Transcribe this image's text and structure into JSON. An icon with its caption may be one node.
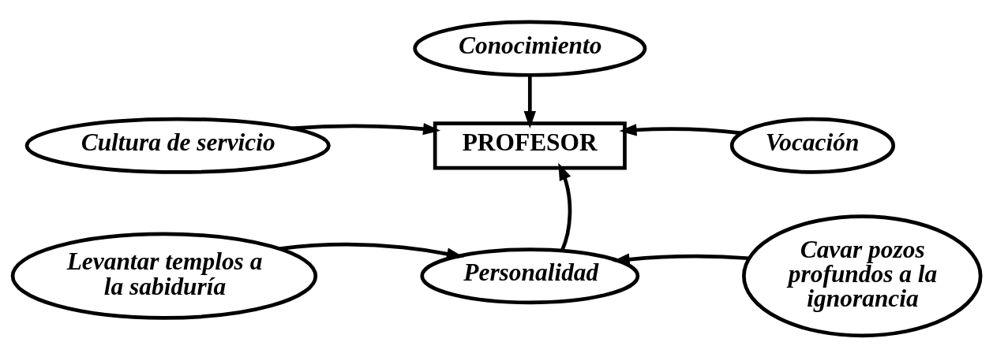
{
  "diagram": {
    "nodes": [
      {
        "text": [
          "Conocimiento"
        ]
      },
      {
        "text": [
          "Cultura de servicio"
        ]
      },
      {
        "text": [
          "PROFESOR"
        ]
      },
      {
        "text": [
          "Vocación"
        ]
      },
      {
        "text": [
          "Levantar templos a la sabiduría"
        ]
      },
      {
        "text": [
          "Personalidad"
        ]
      },
      {
        "text": [
          "Cavar pozos profundos a la ignorancia"
        ]
      }
    ],
    "edges": [
      {
        "from": 0,
        "to": 2,
        "arrow": "to"
      },
      {
        "from": 1,
        "to": 2,
        "arrow": "to"
      },
      {
        "from": 3,
        "to": 2,
        "arrow": "to"
      },
      {
        "from": 5,
        "to": 2,
        "arrow": "to"
      },
      {
        "from": 4,
        "to": 5,
        "arrow": "to"
      },
      {
        "from": 6,
        "to": 5,
        "arrow": "to"
      }
    ]
  }
}
